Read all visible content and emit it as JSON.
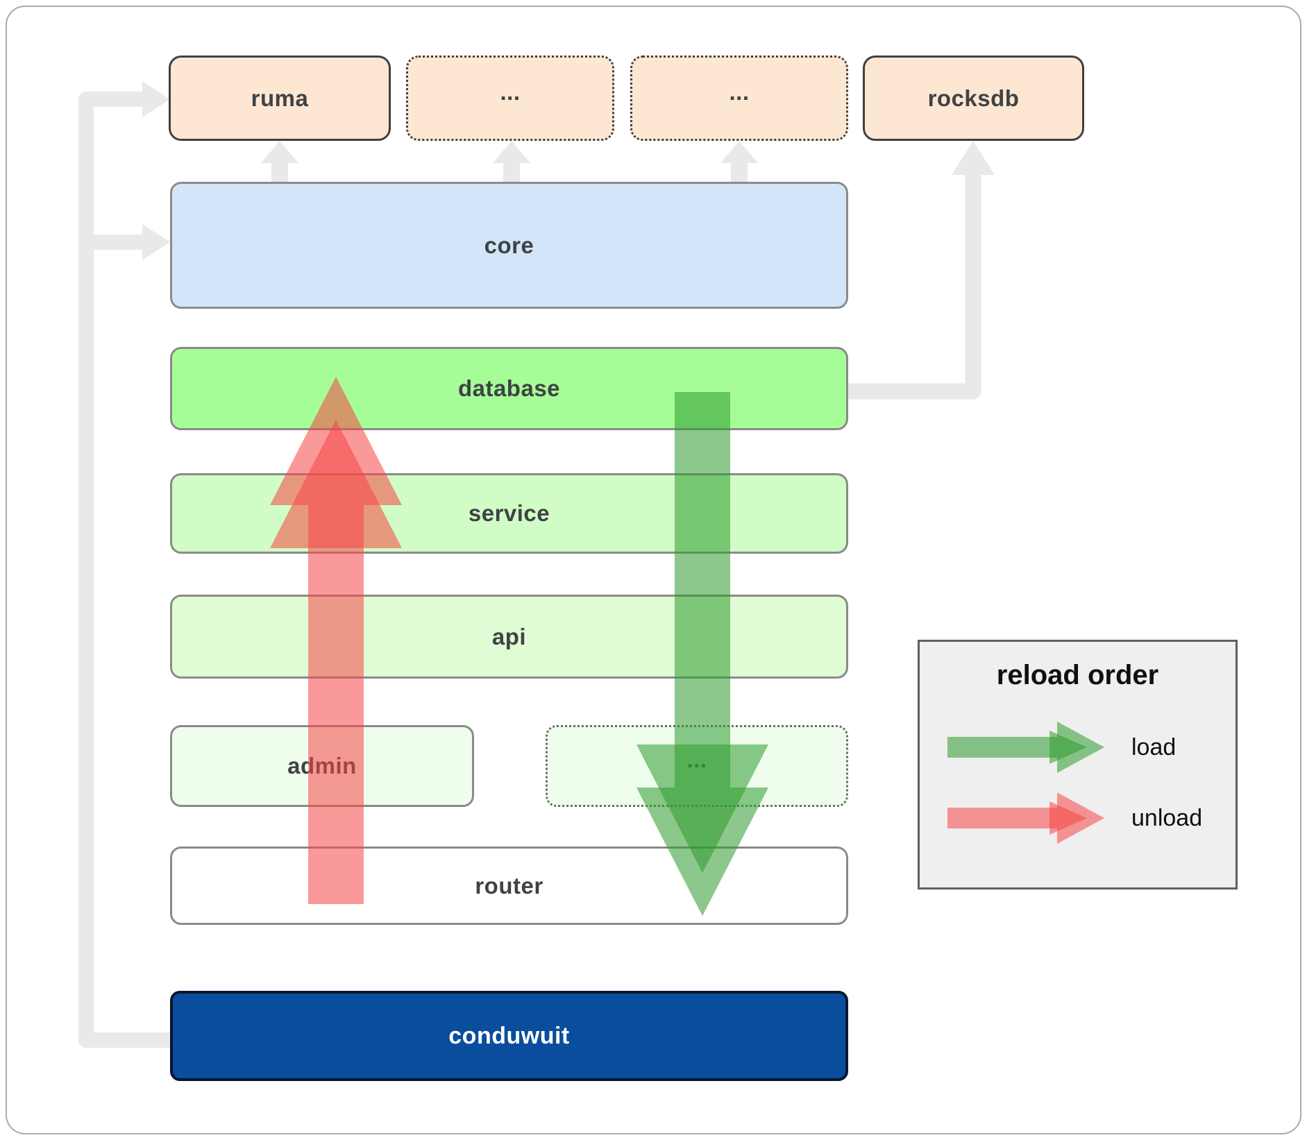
{
  "frame": {
    "background": "#ffffff",
    "border_color": "#aaaaaa"
  },
  "top_row": [
    {
      "label": "ruma"
    },
    {
      "label": "..."
    },
    {
      "label": "..."
    },
    {
      "label": "rocksdb"
    }
  ],
  "layers": {
    "core": {
      "label": "core",
      "fill": "#d2e5f9"
    },
    "database": {
      "label": "database",
      "fill": "#a6fd97"
    },
    "service": {
      "label": "service",
      "fill": "#d2fcc6"
    },
    "api": {
      "label": "api",
      "fill": "#dffcd4"
    },
    "admin": {
      "label": "admin",
      "fill": "#effded"
    },
    "admin_ellipsis": {
      "label": "...",
      "fill": "#effded"
    },
    "router": {
      "label": "router",
      "fill": "#ffffff"
    },
    "conduwuit": {
      "label": "conduwuit",
      "fill": "#0b4d9d",
      "text_color": "#ffffff"
    }
  },
  "legend": {
    "title": "reload order",
    "items": [
      {
        "label": "load",
        "color": "#2d9b2d"
      },
      {
        "label": "unload",
        "color": "#f64646"
      }
    ]
  },
  "connectors": {
    "color": "#e9e9e9",
    "load_color": "#2d9b2d",
    "unload_color": "#f64646"
  }
}
